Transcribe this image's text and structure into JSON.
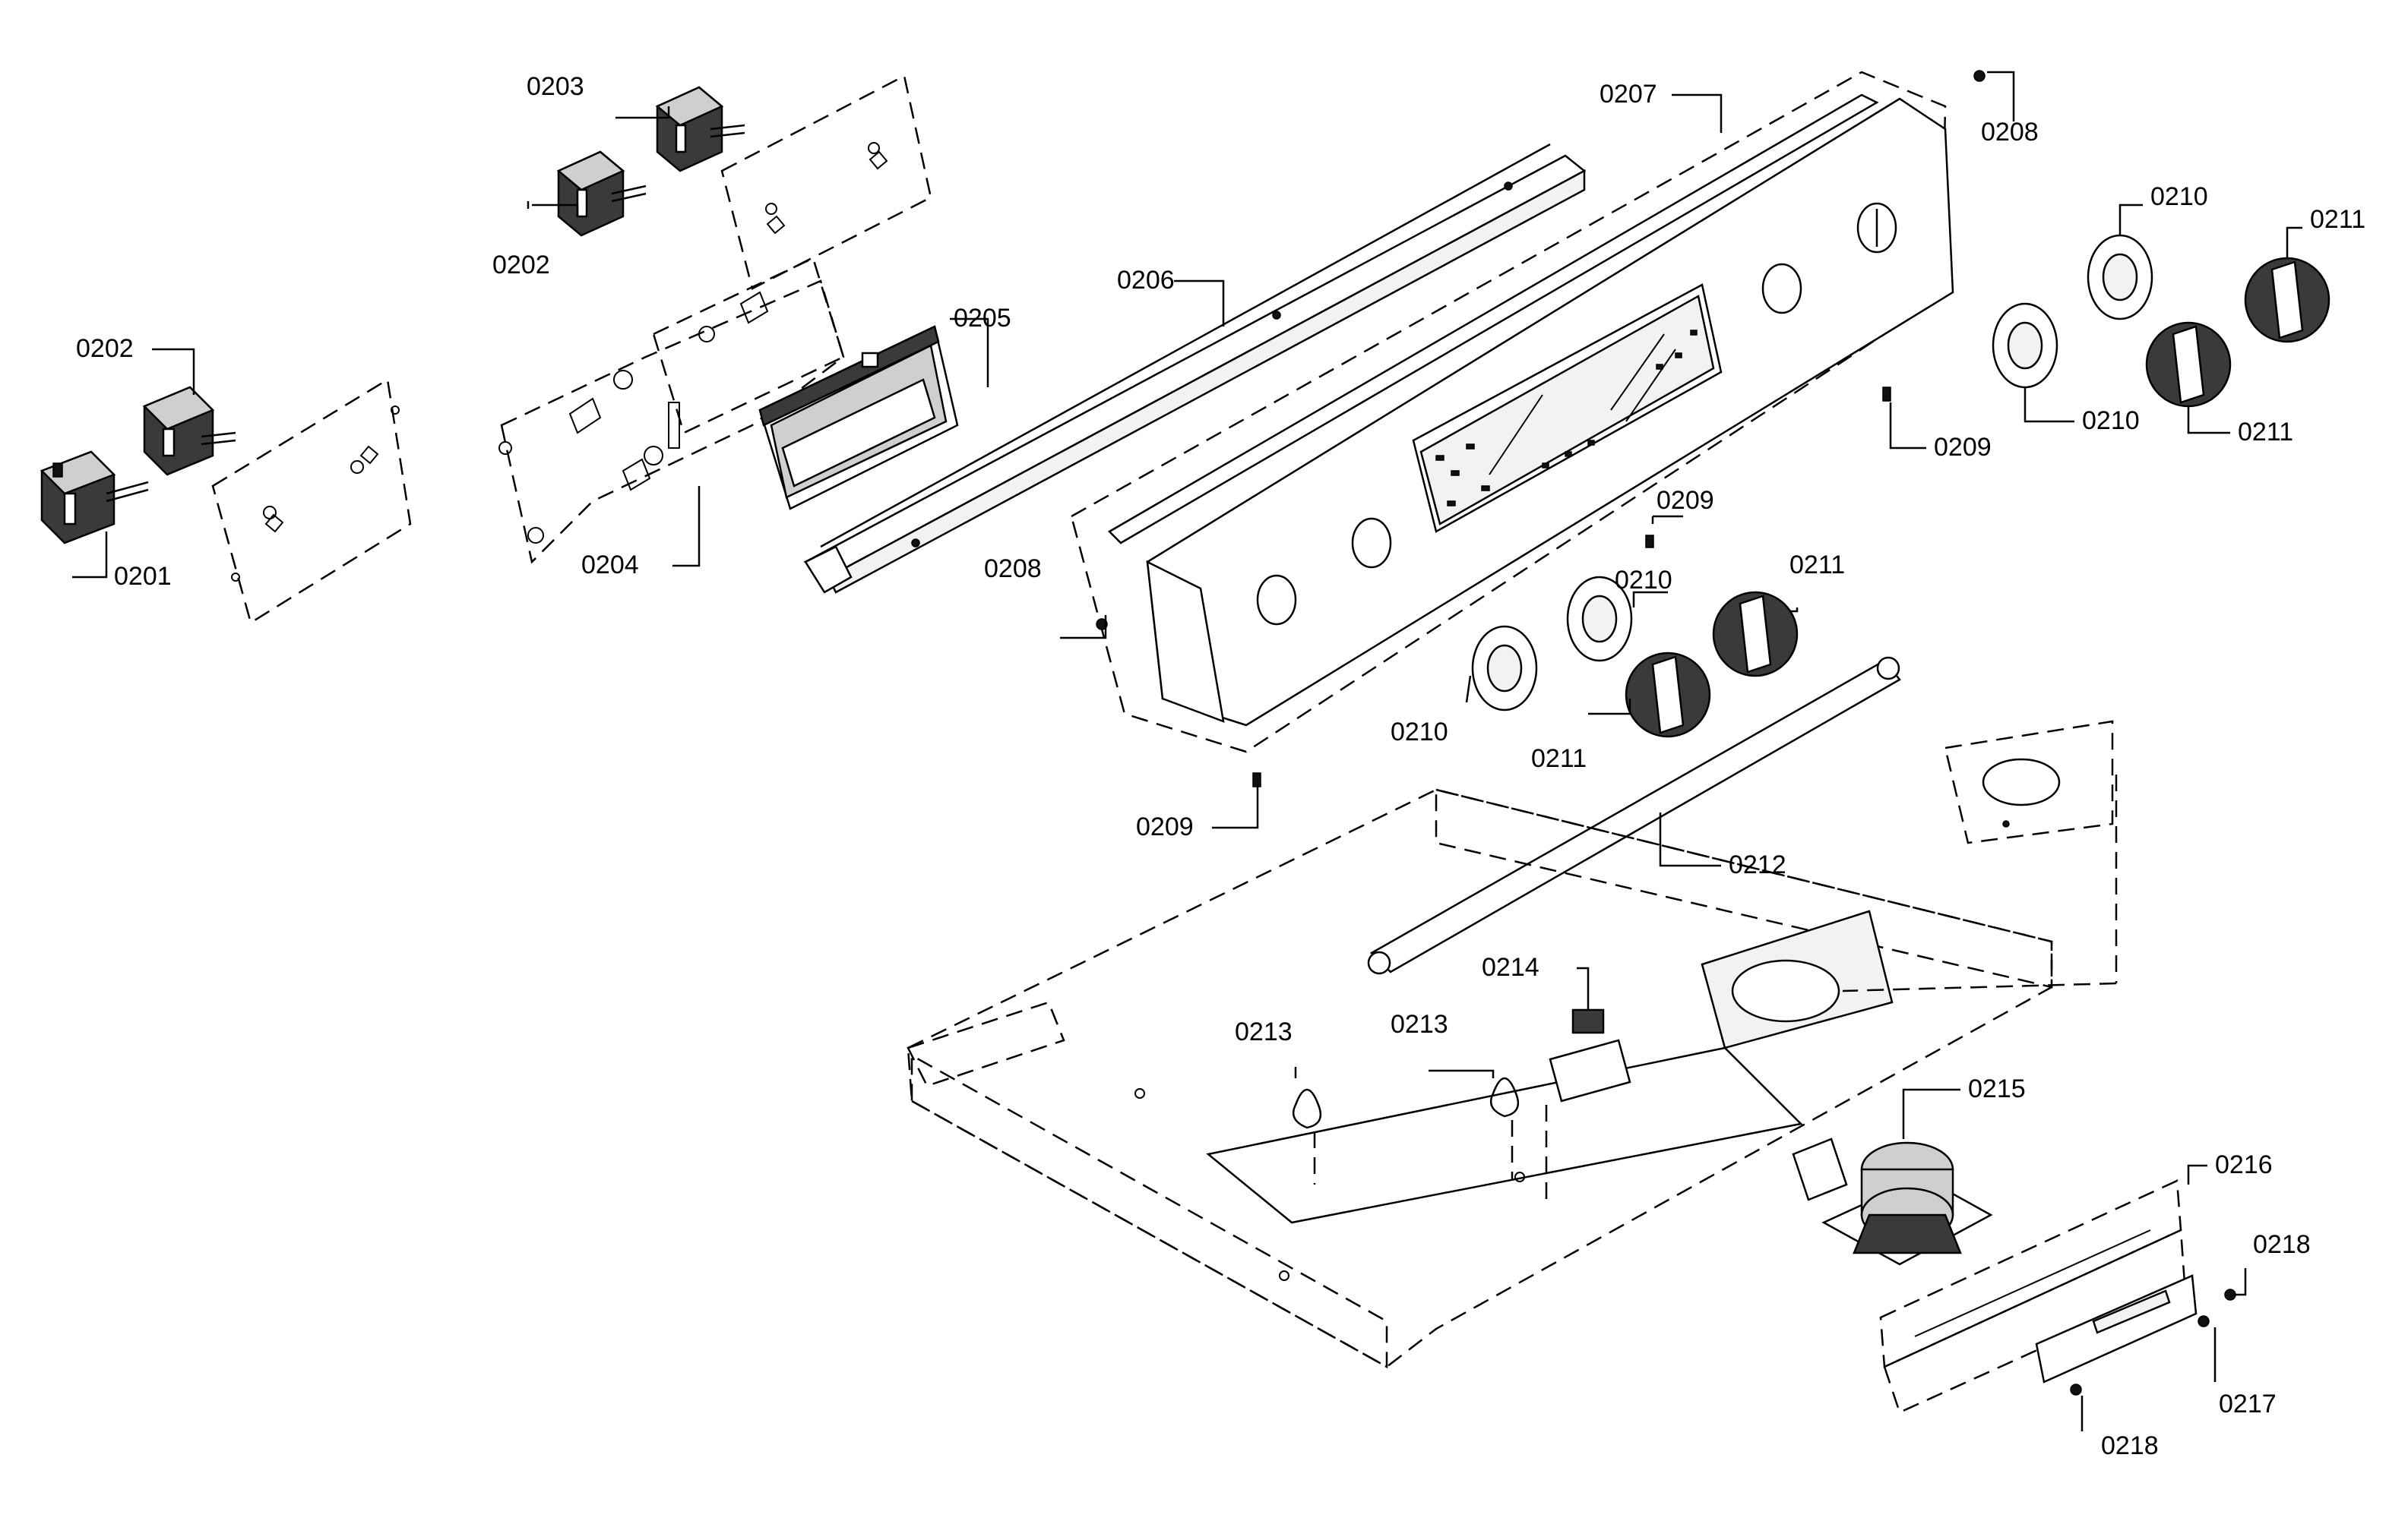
{
  "callouts": [
    {
      "id": "c0201",
      "text": "0201"
    },
    {
      "id": "c0202a",
      "text": "0202"
    },
    {
      "id": "c0202b",
      "text": "0202"
    },
    {
      "id": "c0203",
      "text": "0203"
    },
    {
      "id": "c0204",
      "text": "0204"
    },
    {
      "id": "c0205",
      "text": "0205"
    },
    {
      "id": "c0206",
      "text": "0206"
    },
    {
      "id": "c0207",
      "text": "0207"
    },
    {
      "id": "c0208a",
      "text": "0208"
    },
    {
      "id": "c0208b",
      "text": "0208"
    },
    {
      "id": "c0209a",
      "text": "0209"
    },
    {
      "id": "c0209b",
      "text": "0209"
    },
    {
      "id": "c0209c",
      "text": "0209"
    },
    {
      "id": "c0210a",
      "text": "0210"
    },
    {
      "id": "c0210b",
      "text": "0210"
    },
    {
      "id": "c0210c",
      "text": "0210"
    },
    {
      "id": "c0210d",
      "text": "0210"
    },
    {
      "id": "c0211a",
      "text": "0211"
    },
    {
      "id": "c0211b",
      "text": "0211"
    },
    {
      "id": "c0211c",
      "text": "0211"
    },
    {
      "id": "c0211d",
      "text": "0211"
    },
    {
      "id": "c0212",
      "text": "0212"
    },
    {
      "id": "c0213a",
      "text": "0213"
    },
    {
      "id": "c0213b",
      "text": "0213"
    },
    {
      "id": "c0214",
      "text": "0214"
    },
    {
      "id": "c0215",
      "text": "0215"
    },
    {
      "id": "c0216",
      "text": "0216"
    },
    {
      "id": "c0217",
      "text": "0217"
    },
    {
      "id": "c0218a",
      "text": "0218"
    },
    {
      "id": "c0218b",
      "text": "0218"
    }
  ]
}
